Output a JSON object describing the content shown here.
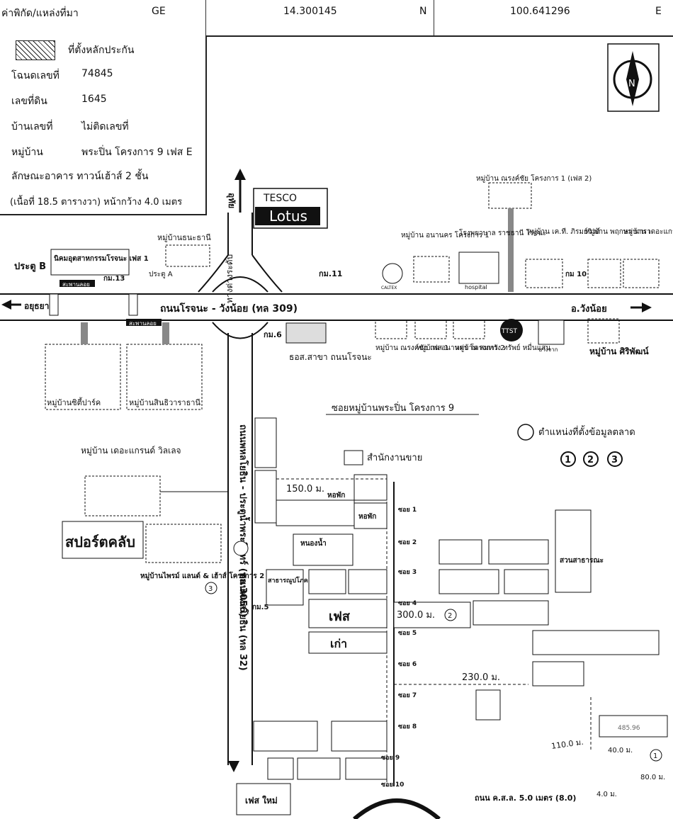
{
  "header": {
    "coord_label": "ค่าพิกัด/แหล่งที่มา",
    "source": "GE",
    "lat": "14.300145",
    "lat_dir": "N",
    "lon": "100.641296",
    "lon_dir": "E"
  },
  "legend": {
    "hatch_label": "ที่ตั้งหลักประกัน",
    "rows": [
      {
        "label": "โฉนดเลขที่",
        "value": "74845"
      },
      {
        "label": "เลขที่ดิน",
        "value": "1645"
      },
      {
        "label": "บ้านเลขที่",
        "value": "ไม่ติดเลขที่"
      },
      {
        "label": "หมู่บ้าน",
        "value": "พระปิ่น โครงการ 9 เฟส E"
      }
    ],
    "building_type": "ลักษณะอาคาร  ทาวน์เฮ้าส์ 2 ชั้น",
    "area": "(เนื้อที่ 18.5 ตารางวา) หน้ากว้าง 4.0 เมตร"
  },
  "compass": {
    "north": "N"
  },
  "roads": {
    "main_road": "ถนนโรจนะ - วังน้อย (ทล 309)",
    "to_ayutthaya": "อยุธยา",
    "to_wangnoi": "อ.วังน้อย",
    "to_north": "อุทัย",
    "interchange": "ทางต่างระดับ",
    "highway_vertical": "ถนนพหลโยธิน - ประตูน้ำพระอินทร์ (ทล 3056)",
    "highway_lower": "ถนนพหลโยธิน (ทล 32)",
    "soi_main": "ซอยหมู่บ้านพระปิ่น โครงการ 9",
    "concrete_road": "ถนน ค.ส.ล. 5.0 เมตร (8.0)"
  },
  "places": {
    "tesco": "TESCO",
    "lotus": "Lotus",
    "gate_b": "ประตู B",
    "gate_a": "ประตู A",
    "industrial": "นิคมอุตสาหกรรมโรจนะ เฟส 1",
    "km13": "กม.13",
    "km11": "กม.11",
    "km10": "กม 10",
    "km6": "กม.6",
    "km5": "กม.5",
    "bridge": "สะพานลอย",
    "v_sinthani": "หมู่บ้านธนะธานี",
    "v_cityprak": "หมู่บ้านซิตี้ปาร์ค",
    "v_sinwarathani": "หมู่บ้านสินธิวาราธานี",
    "v_narongchai2": "หมู่บ้าน ณรงค์ชัย โครงการ 1 (เฟส 2)",
    "v_ananakorn1": "หมู่บ้าน อนานคร โครงการ 1",
    "hospital": "โรงพยาบาล ราชธานี โรจนะ",
    "hospital_tag": "hospital",
    "v_kt": "หมู่บ้าน เค.ที. ภิรมย์วิวด์",
    "v_pruksa": "หมู่บ้าน พฤกษา นารา",
    "v_grand": "หมู่บ้าน เดอะแกรนด์ วิลเลจ",
    "v_narongchai1": "หมู่บ้าน ณรงค์ชัย เฟส 1",
    "v_ananakorn2": "หมู่บ้าน อนานคร โครงการ 2",
    "v_somwang": "หมู่บ้าน สมหวัง ทรัพย์ หมื่นแสน",
    "ttst": "TTST",
    "bangchak": "บางจาก",
    "v_siriphat": "หมู่บ้าน ศิริพัฒน์",
    "bank": "ธอส.สาขา ถนนโรจนะ",
    "caltex": "CALTEX",
    "grand_village_left": "หมู่บ้าน เดอะแกรนด์ วิลเลจ",
    "sports_club": "สปอร์ตคลับ",
    "v_prime": "หมู่บ้านไพรม์ แลนด์ & เฮ้าส์ โครงการ 2",
    "sales_office": "สำนักงานขาย",
    "market_legend": "ตำแหน่งที่ตั้งข้อมูลตลาด",
    "pond": "หนองน้ำ",
    "utility": "สาธารณูปโภค",
    "park": "สวนสาธารณะ",
    "phase_old_1": "เฟส",
    "phase_old_2": "เก่า",
    "phase_new": "เฟส ใหม่",
    "dorm": "หอพัก"
  },
  "sois": [
    "ซอย 1",
    "ซอย 2",
    "ซอย 3",
    "ซอย 4",
    "ซอย 5",
    "ซอย 6",
    "ซอย 7",
    "ซอย 8",
    "ซอย 9",
    "ซอย 10"
  ],
  "distances": {
    "d150": "150.0 ม.",
    "d300": "300.0 ม.",
    "d230": "230.0 ม.",
    "d110": "110.0 ม.",
    "d40": "40.0 ม.",
    "d80": "80.0 ม.",
    "d4": "4.0 ม.",
    "plot": "485.96"
  },
  "markers": [
    "1",
    "2",
    "3"
  ]
}
